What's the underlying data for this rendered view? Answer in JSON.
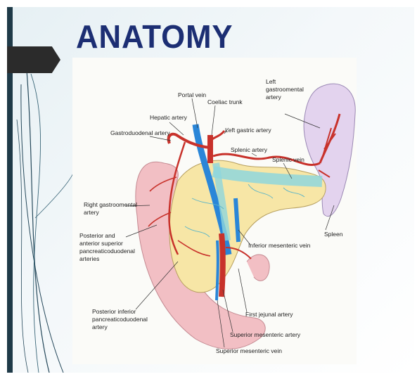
{
  "slide": {
    "title": "ANATOMY"
  },
  "diagram": {
    "labels": {
      "portal_vein": "Portal vein",
      "coeliac_trunk": "Coeliac trunk",
      "hepatic_artery": "Hepatic artery",
      "left_gastric_artery": "Left gastric artery",
      "gastroduodenal_artery": "Gastroduodenal artery",
      "splenic_artery": "Splenic artery",
      "splenic_vein": "Splenic vein",
      "left_gastroomental_1": "Left",
      "left_gastroomental_2": "gastroomental",
      "left_gastroomental_3": "artery",
      "right_gastroomental_1": "Right gastroomental",
      "right_gastroomental_2": "artery",
      "post_ant_1": "Posterior and",
      "post_ant_2": "anterior superior",
      "post_ant_3": "pancreaticoduodenal",
      "post_ant_4": "arteries",
      "inferior_mesenteric_vein": "Inferior mesenteric vein",
      "spleen": "Spleen",
      "post_inf_1": "Posterior inferior",
      "post_inf_2": "pancreaticoduodenal",
      "post_inf_3": "artery",
      "first_jejunal_artery": "First jejunal artery",
      "superior_mesenteric_artery": "Superior mesenteric artery",
      "superior_mesenteric_vein": "Superior mesenteric vein"
    },
    "colors": {
      "artery": "#c8322b",
      "vein": "#2a86d8",
      "pancreas": "#f7e6a6",
      "duodenum": "#f2bfc4",
      "spleen": "#e3d3ee",
      "splenic_vein_glow": "#8fd6dc"
    }
  }
}
